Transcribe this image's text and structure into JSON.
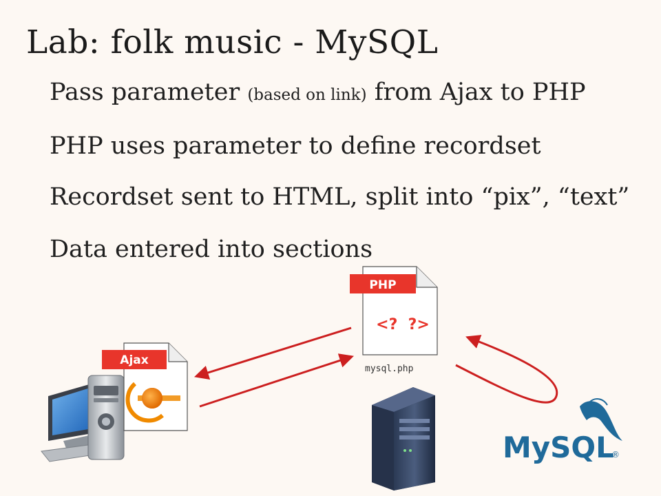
{
  "slide": {
    "title": "Lab: folk music - MySQL",
    "bullets": [
      {
        "pre": "Pass parameter ",
        "small": "(based on link)",
        "post": " from Ajax to PHP"
      },
      {
        "pre": "PHP uses parameter to define recordset",
        "small": "",
        "post": ""
      },
      {
        "pre": "Recordset sent to HTML, split into “pix”, “text”",
        "small": "",
        "post": ""
      },
      {
        "pre": "Data entered into sections",
        "small": "",
        "post": ""
      }
    ]
  },
  "diagram": {
    "ajax_badge": "Ajax",
    "php_badge": "PHP",
    "php_code": "<?  ?>",
    "php_file_label": "mysql.php",
    "mysql_logo_text": "MySQL",
    "mysql_logo_reg": "®",
    "colors": {
      "badge_red": "#e8352b",
      "arrow_red": "#cc1f1f",
      "mysql_blue": "#1f6a9a",
      "mysql_orange": "#e48e00",
      "ajax_orange": "#f08a00"
    }
  }
}
